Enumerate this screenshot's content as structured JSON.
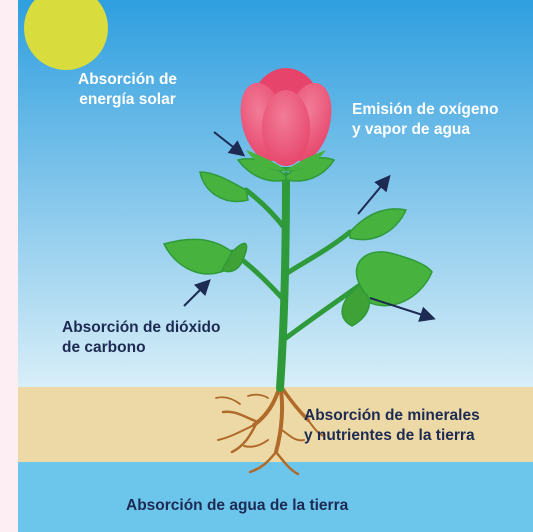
{
  "diagram": {
    "labels": {
      "solar": [
        "Absorción de",
        "energía solar"
      ],
      "oxygen": [
        "Emisión de oxígeno",
        "y vapor de agua"
      ],
      "co2": [
        "Absorción de dióxido",
        "de carbono"
      ],
      "minerals": [
        "Absorción de minerales",
        "y nutrientes de la tierra"
      ],
      "water": "Absorción de agua de la tierra"
    },
    "colors": {
      "sky_top": "#2f9fdf",
      "sky_bottom": "#d8eef8",
      "soil": "#ecd9a6",
      "water": "#6cc6ec",
      "sun": "#d8dc3c",
      "petal": "#e6446a",
      "stem": "#2f9a3a",
      "leaf": "#47b33e",
      "root": "#b06a2a",
      "text_light": "#ffffff",
      "text_dark": "#1d2a52"
    }
  }
}
